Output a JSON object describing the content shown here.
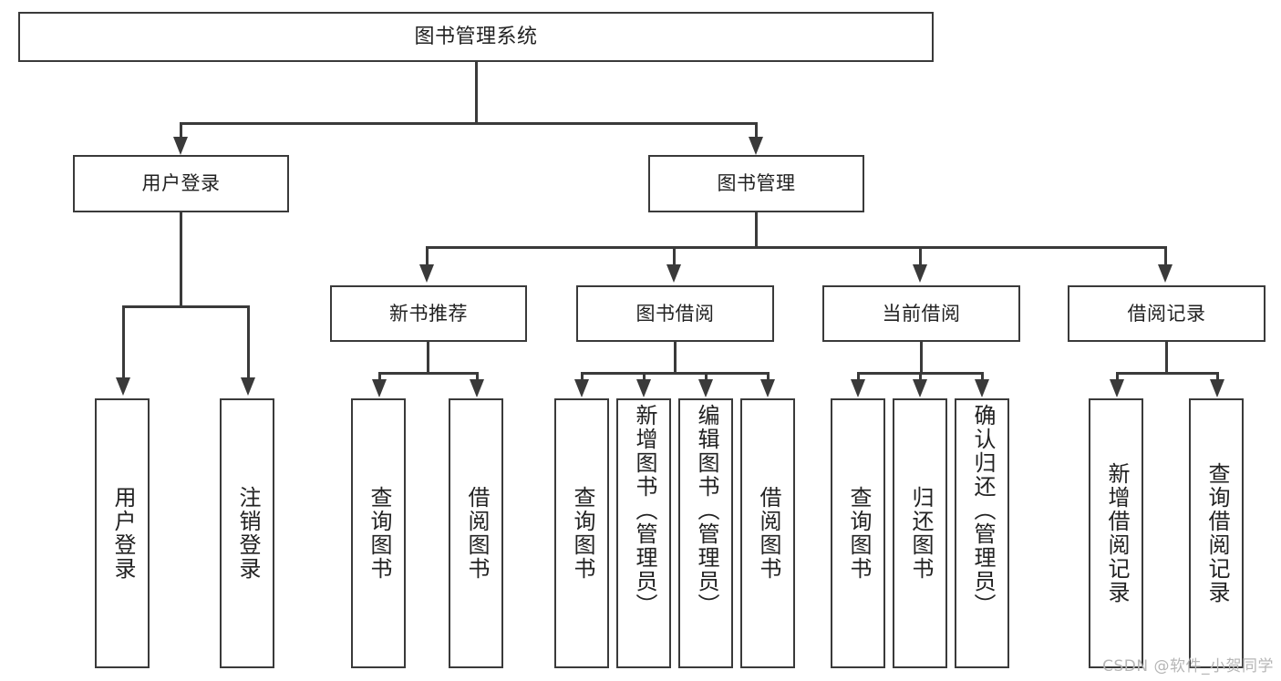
{
  "diagram": {
    "type": "tree-hierarchy",
    "title": "图书管理系统",
    "orientation": "top-down",
    "colors": {
      "box_border": "#3a3a3a",
      "box_fill": "#ffffff",
      "connector": "#3a3a3a",
      "text": "#222222",
      "watermark": "#b6b6b6",
      "background": "#ffffff"
    },
    "root": {
      "label": "图书管理系统"
    },
    "level2": [
      {
        "label": "用户登录"
      },
      {
        "label": "图书管理"
      }
    ],
    "level3": [
      {
        "label": "新书推荐"
      },
      {
        "label": "图书借阅"
      },
      {
        "label": "当前借阅"
      },
      {
        "label": "借阅记录"
      }
    ],
    "leaves": {
      "user_login": [
        {
          "label": "用户登录"
        },
        {
          "label": "注销登录"
        }
      ],
      "new_book_recommend": [
        {
          "label": "查询图书"
        },
        {
          "label": "借阅图书"
        }
      ],
      "book_borrow": [
        {
          "label": "查询图书"
        },
        {
          "label": "新增图书（管理员）"
        },
        {
          "label": "编辑图书（管理员）"
        },
        {
          "label": "借阅图书"
        }
      ],
      "current_borrow": [
        {
          "label": "查询图书"
        },
        {
          "label": "归还图书"
        },
        {
          "label": "确认归还（管理员）"
        }
      ],
      "borrow_record": [
        {
          "label": "新增借阅记录"
        },
        {
          "label": "查询借阅记录"
        }
      ]
    }
  },
  "watermark": {
    "text": "CSDN @软件_小贺同学"
  }
}
